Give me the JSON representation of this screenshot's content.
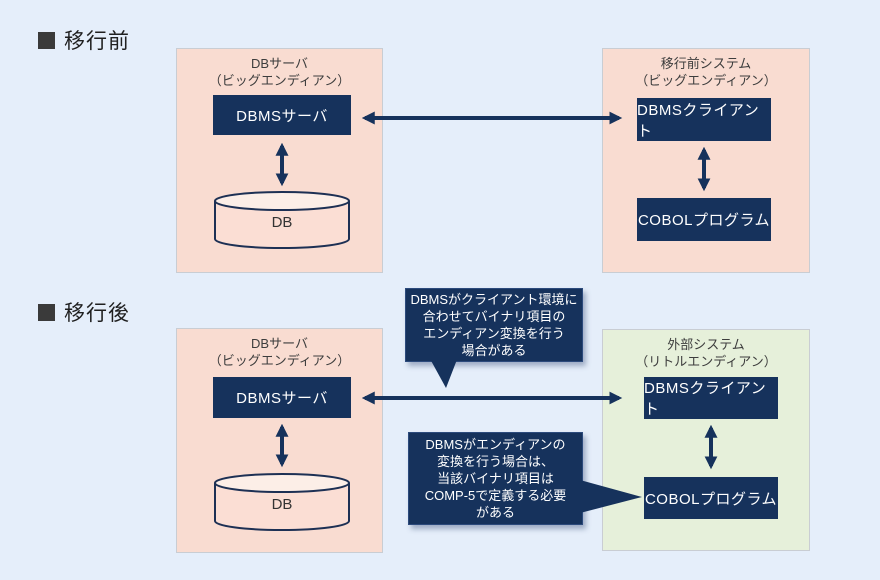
{
  "colors": {
    "background": "#e5eefa",
    "panel_pink": "#f9dcd1",
    "panel_green": "#e6f0da",
    "navy": "#16325c",
    "arrow": "#16325c",
    "panel_border": "#c9cdd3",
    "heading_square": "#3a3a3a",
    "cylinder_fill": "#fbded4",
    "cylinder_top_fill": "#fceee7",
    "cylinder_stroke": "#1d3054"
  },
  "before": {
    "heading": "移行前",
    "db_server": {
      "title_line1": "DBサーバ",
      "title_line2": "（ビッグエンディアン）",
      "dbms_server": "DBMSサーバ",
      "db_label": "DB"
    },
    "system": {
      "title_line1": "移行前システム",
      "title_line2": "（ビッグエンディアン）",
      "dbms_client": "DBMSクライアント",
      "cobol_program": "COBOLプログラム"
    }
  },
  "after": {
    "heading": "移行後",
    "db_server": {
      "title_line1": "DBサーバ",
      "title_line2": "（ビッグエンディアン）",
      "dbms_server": "DBMSサーバ",
      "db_label": "DB"
    },
    "system": {
      "title_line1": "外部システム",
      "title_line2": "（リトルエンディアン）",
      "dbms_client": "DBMSクライアント",
      "cobol_program": "COBOLプログラム"
    },
    "callout_conversion": {
      "line1": "DBMSがクライアント環境に",
      "line2": "合わせてバイナリ項目の",
      "line3": "エンディアン変換を行う",
      "line4": "場合がある"
    },
    "callout_comp5": {
      "line1": "DBMSがエンディアンの",
      "line2": "変換を行う場合は、",
      "line3": "当該バイナリ項目は",
      "line4": "COMP-5で定義する必要",
      "line5": "がある"
    }
  }
}
